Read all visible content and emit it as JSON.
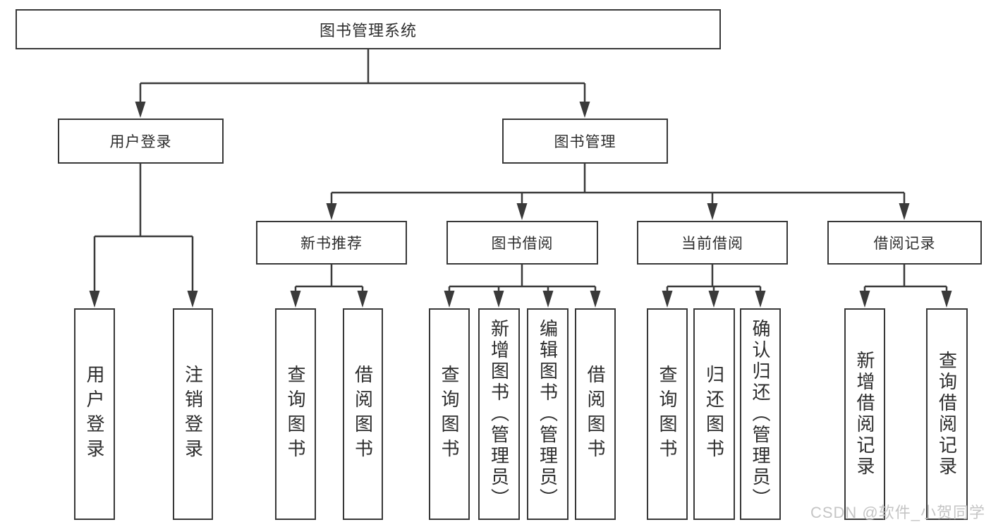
{
  "diagram_type": "hierarchy-tree",
  "tree": {
    "root": "图书管理系统",
    "children": [
      {
        "label": "用户登录",
        "children": [
          {
            "label": "用户登录"
          },
          {
            "label": "注销登录"
          }
        ]
      },
      {
        "label": "图书管理",
        "children": [
          {
            "label": "新书推荐",
            "children": [
              {
                "label": "查询图书"
              },
              {
                "label": "借阅图书"
              }
            ]
          },
          {
            "label": "图书借阅",
            "children": [
              {
                "label": "查询图书"
              },
              {
                "label": "新增图书（管理员）"
              },
              {
                "label": "编辑图书（管理员）"
              },
              {
                "label": "借阅图书"
              }
            ]
          },
          {
            "label": "当前借阅",
            "children": [
              {
                "label": "查询图书"
              },
              {
                "label": "归还图书"
              },
              {
                "label": "确认归还（管理员）"
              }
            ]
          },
          {
            "label": "借阅记录",
            "children": [
              {
                "label": "新增借阅记录"
              },
              {
                "label": "查询借阅记录"
              }
            ]
          }
        ]
      }
    ]
  },
  "watermark": {
    "text": "CSDN @软件_小贺同学"
  },
  "colors": {
    "background": "#ffffff",
    "box_fill": "#ffffff",
    "box_border": "#383838",
    "line": "#3a3a3a",
    "text": "#2d2d2d",
    "watermark": "#c2c2c2"
  }
}
